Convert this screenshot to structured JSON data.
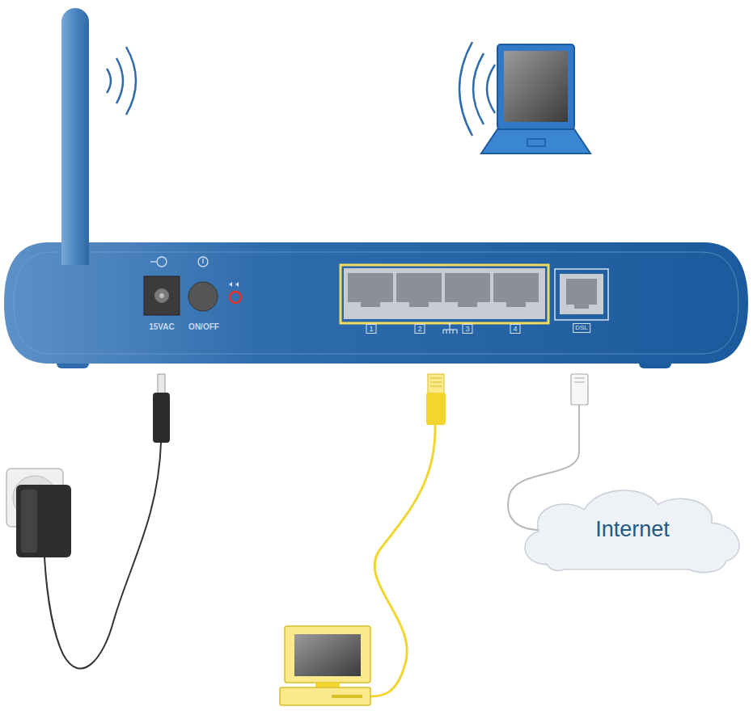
{
  "diagram": {
    "nodes": [
      {
        "text": [
          "Internet"
        ]
      }
    ],
    "labels": [
      "15VAC",
      "ON/OFF",
      "1",
      "2",
      "3",
      "4",
      "DSL"
    ]
  }
}
